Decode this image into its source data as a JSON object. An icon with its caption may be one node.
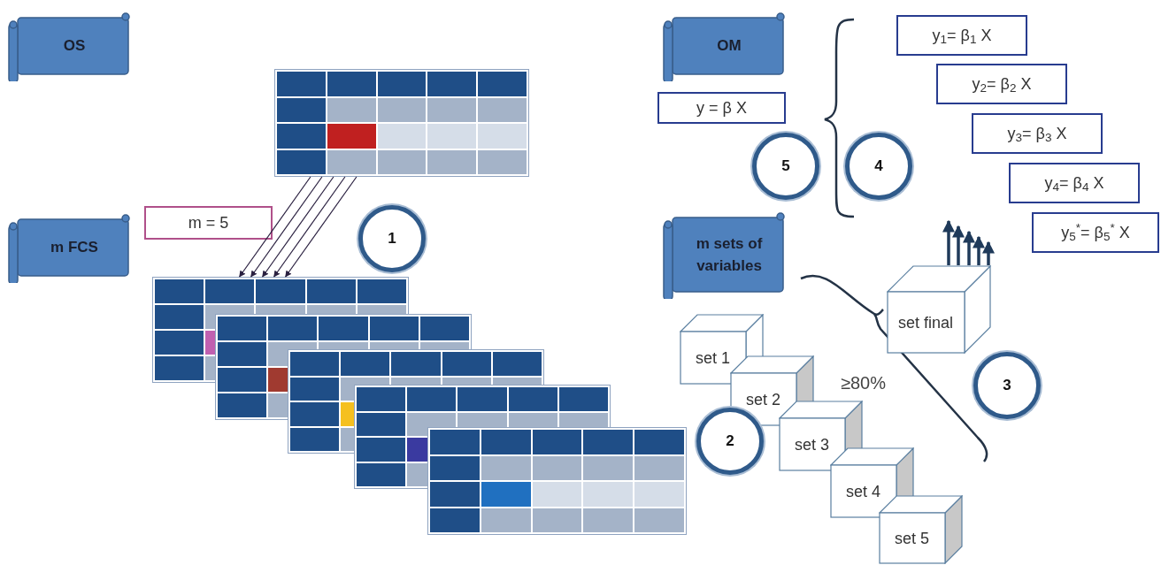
{
  "diagram": {
    "nodes": [
      {
        "text": [
          "OS"
        ]
      },
      {
        "text": [],
        "shape": "table"
      },
      {
        "text": [
          "m FCS"
        ]
      },
      {
        "text": [
          "m = 5"
        ]
      },
      {
        "text": [
          "1"
        ]
      },
      {
        "text": [],
        "shape": "table"
      },
      {
        "text": [
          "OM"
        ]
      },
      {
        "text": [
          "y = β X"
        ]
      },
      {
        "text": [
          "5"
        ]
      },
      {
        "text": [
          "4"
        ]
      },
      {
        "text": [
          "y$_{1}$= β$_{1}$ X"
        ]
      },
      {
        "text": [
          "y$_{2}$= β$_{2}$ X"
        ]
      },
      {
        "text": [
          "y$_{3}$= β$_{3}$ X"
        ]
      },
      {
        "text": [
          "y$_{4}$= β$_{4}$ X"
        ]
      },
      {
        "text": [
          "y$_{5}$$^{*}$= β$_{5}$$^{*}$ X"
        ]
      },
      {
        "text": [
          "m sets of variables"
        ]
      },
      {
        "text": [
          "set final"
        ]
      },
      {
        "text": [
          "3"
        ]
      },
      {
        "text": [
          "set 1"
        ]
      },
      {
        "text": [
          "set 2"
        ]
      },
      {
        "text": [
          "set 3"
        ]
      },
      {
        "text": [
          "set 4"
        ]
      },
      {
        "text": [
          "set 5"
        ]
      },
      {
        "text": [
          "2"
        ]
      }
    ],
    "edges": [
      {
        "from": 1,
        "to": 5,
        "arrow": "to"
      },
      {
        "from": 1,
        "to": 5,
        "arrow": "to"
      },
      {
        "from": 1,
        "to": 5,
        "arrow": "to"
      },
      {
        "from": 1,
        "to": 5,
        "arrow": "to"
      },
      {
        "from": 1,
        "to": 5,
        "arrow": "to"
      },
      {
        "from": 16,
        "to": null,
        "arrow": "to",
        "style": "thick",
        "color": "#1f3a5a"
      },
      {
        "from": 16,
        "to": null,
        "arrow": "to",
        "style": "thick",
        "color": "#1f3a5a"
      },
      {
        "from": 16,
        "to": null,
        "arrow": "to",
        "style": "thick",
        "color": "#1f3a5a"
      },
      {
        "from": 16,
        "to": null,
        "arrow": "to",
        "style": "thick",
        "color": "#1f3a5a"
      },
      {
        "from": 16,
        "to": null,
        "arrow": "to",
        "style": "thick",
        "color": "#1f3a5a"
      }
    ],
    "labels": [
      "≥80%"
    ]
  }
}
